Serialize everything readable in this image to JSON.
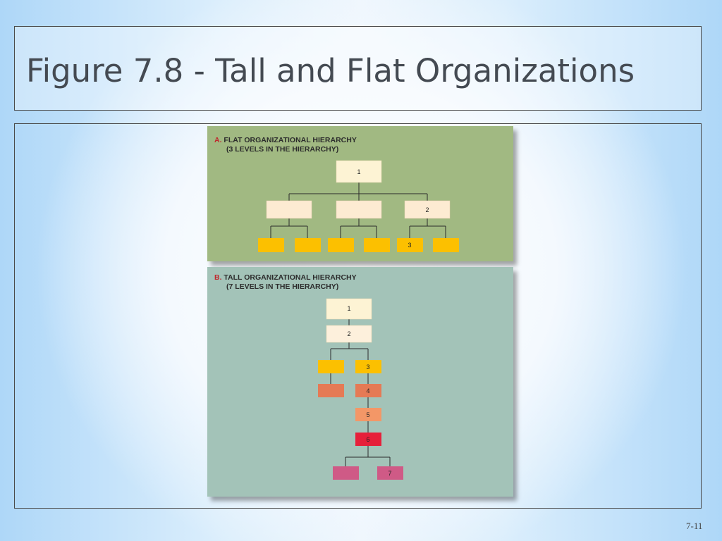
{
  "slide": {
    "title": "Figure 7.8 - Tall and Flat Organizations",
    "page_number": "7-11"
  },
  "flat": {
    "letter": "A.",
    "heading_line1": "FLAT ORGANIZATIONAL HIERARCHY",
    "heading_line2": "(3 LEVELS IN THE HIERARCHY)",
    "nodes": [
      {
        "id": "f1",
        "level": 1,
        "label": "1"
      },
      {
        "id": "f2a",
        "level": 2,
        "label": ""
      },
      {
        "id": "f2b",
        "level": 2,
        "label": ""
      },
      {
        "id": "f2c",
        "level": 2,
        "label": "2"
      },
      {
        "id": "f3a",
        "level": 3,
        "label": ""
      },
      {
        "id": "f3b",
        "level": 3,
        "label": ""
      },
      {
        "id": "f3c",
        "level": 3,
        "label": ""
      },
      {
        "id": "f3d",
        "level": 3,
        "label": ""
      },
      {
        "id": "f3e",
        "level": 3,
        "label": "3"
      },
      {
        "id": "f3f",
        "level": 3,
        "label": ""
      }
    ],
    "colors": {
      "top": "#fdf3d4",
      "middle": "#fdebd2",
      "bottom": "#fcc000"
    }
  },
  "tall": {
    "letter": "B.",
    "heading_line1": "TALL ORGANIZATIONAL HIERARCHY",
    "heading_line2": "(7 LEVELS IN THE HIERARCHY)",
    "nodes": [
      {
        "id": "t1",
        "level": 1,
        "label": "1"
      },
      {
        "id": "t2",
        "level": 2,
        "label": "2"
      },
      {
        "id": "t3a",
        "level": 3,
        "label": ""
      },
      {
        "id": "t3b",
        "level": 3,
        "label": "3"
      },
      {
        "id": "t4a",
        "level": 4,
        "label": ""
      },
      {
        "id": "t4b",
        "level": 4,
        "label": "4"
      },
      {
        "id": "t5",
        "level": 5,
        "label": "5"
      },
      {
        "id": "t6",
        "level": 6,
        "label": "6"
      },
      {
        "id": "t7a",
        "level": 7,
        "label": ""
      },
      {
        "id": "t7b",
        "level": 7,
        "label": "7"
      }
    ],
    "colors": {
      "l1": "#fdf3d4",
      "l2": "#fdf0dc",
      "l3": "#fcc000",
      "l4": "#e57a55",
      "l5": "#f39767",
      "l6": "#e6203a",
      "l7": "#cf5a86"
    }
  }
}
